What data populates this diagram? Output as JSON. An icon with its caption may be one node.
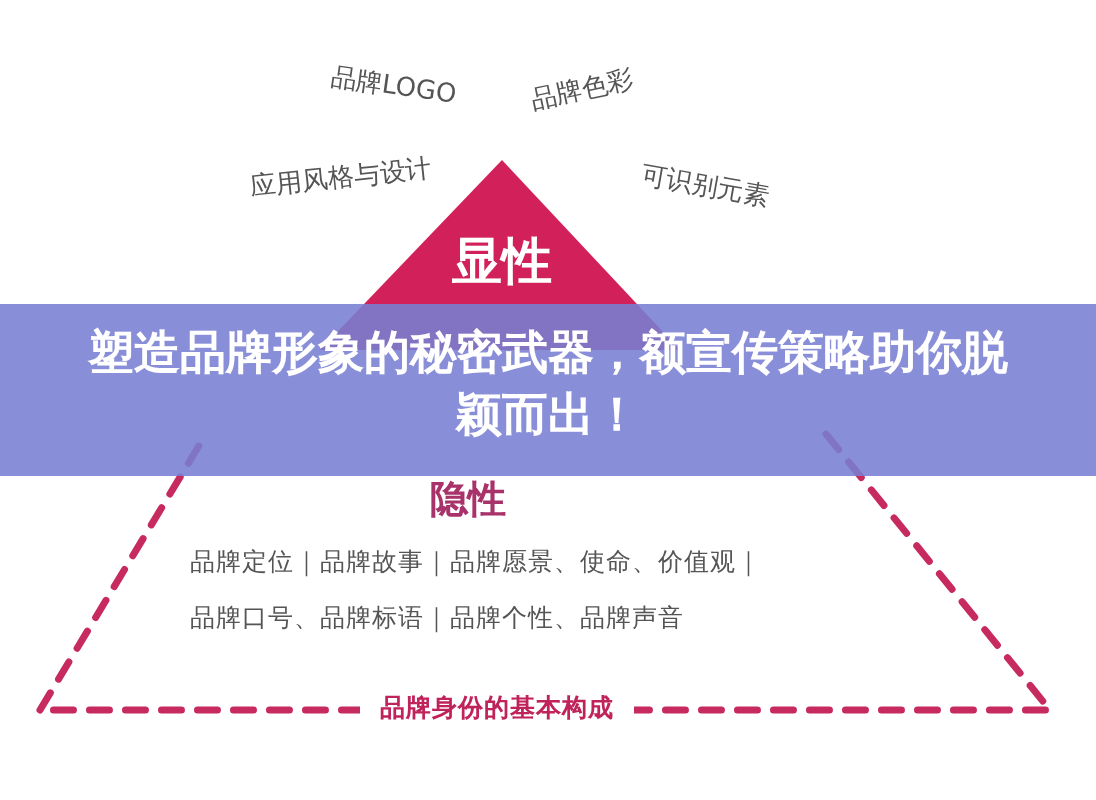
{
  "diagram": {
    "title": "塑造品牌形象的秘密武器，额宣传策略助你脱颖而出！",
    "nodes": [
      {
        "text": [
          "显性"
        ]
      },
      {
        "text": [
          "隐性",
          "品牌定位｜品牌故事｜品牌愿景、使命、价值观｜",
          "品牌口号、品牌标语｜品牌个性、品牌声音",
          "品牌身份的基本构成"
        ]
      }
    ],
    "labels": [
      "品牌LOGO",
      "品牌色彩",
      "应用风格与设计",
      "可识别元素"
    ]
  }
}
